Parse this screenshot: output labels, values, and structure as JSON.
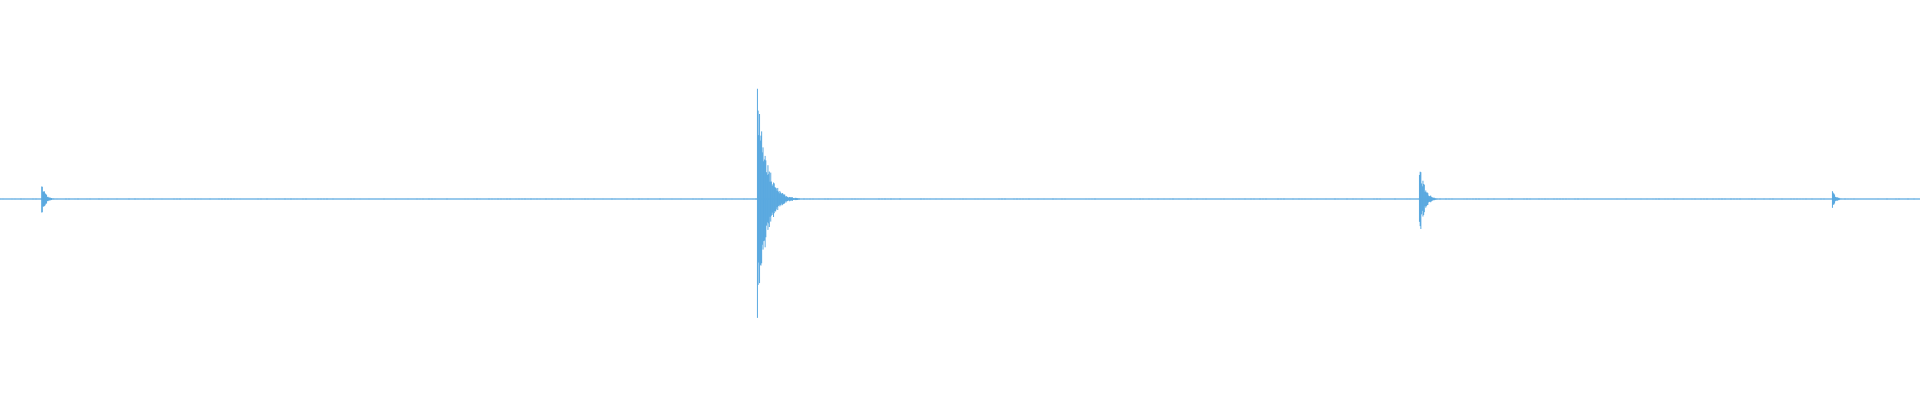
{
  "chart_data": {
    "type": "line",
    "title": "",
    "xlabel": "",
    "ylabel": "",
    "grid": false,
    "legend": "none",
    "color": "#5aa9e0",
    "xlim": [
      0,
      1
    ],
    "ylim": [
      -1,
      1
    ],
    "series": [
      {
        "values_description_free": true,
        "events": [
          {
            "t": 0.0217,
            "peak": 0.13
          },
          {
            "t": 0.3945,
            "peak": 0.95
          },
          {
            "t": 0.7393,
            "peak": 0.3
          },
          {
            "t": 0.9544,
            "peak": 0.07
          }
        ],
        "noise": 0.004
      }
    ]
  }
}
